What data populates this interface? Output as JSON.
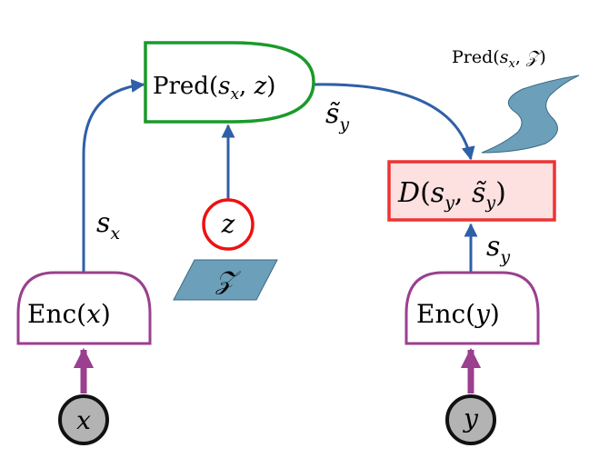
{
  "nodes": {
    "pred_box": {
      "func": "Pred",
      "arg1": "s",
      "arg1_sub": "x",
      "arg2": "z",
      "border_color": "#1a9a2a"
    },
    "enc_x": {
      "func": "Enc",
      "arg": "x",
      "border_color": "#9b3f8f"
    },
    "enc_y": {
      "func": "Enc",
      "arg": "y",
      "border_color": "#9b3f8f"
    },
    "input_x": {
      "label": "x",
      "fill": "#b3b3b3"
    },
    "input_y": {
      "label": "y",
      "fill": "#b3b3b3"
    },
    "latent_z": {
      "label": "z",
      "border_color": "#ee1111"
    },
    "latent_space": {
      "label": "𝒵",
      "fill": "#6c9fb9"
    },
    "energy_box": {
      "func": "D",
      "arg1": "s",
      "arg1_sub": "y",
      "arg2": "s̃",
      "arg2_sub": "y",
      "border_color": "#ee3333",
      "fill": "#fde0e0"
    },
    "pred_set_label": {
      "func": "Pred",
      "arg1": "s",
      "arg1_sub": "x",
      "arg2": "𝒵"
    }
  },
  "edge_labels": {
    "sx": {
      "base": "s",
      "sub": "x"
    },
    "sy": {
      "base": "s",
      "sub": "y"
    },
    "sy_tilde": {
      "base": "s̃",
      "sub": "y"
    }
  },
  "colors": {
    "blue_arrow": "#2f5fa7",
    "purple_arrow": "#9b3f8f",
    "shape_fill": "#6c9fb9"
  }
}
